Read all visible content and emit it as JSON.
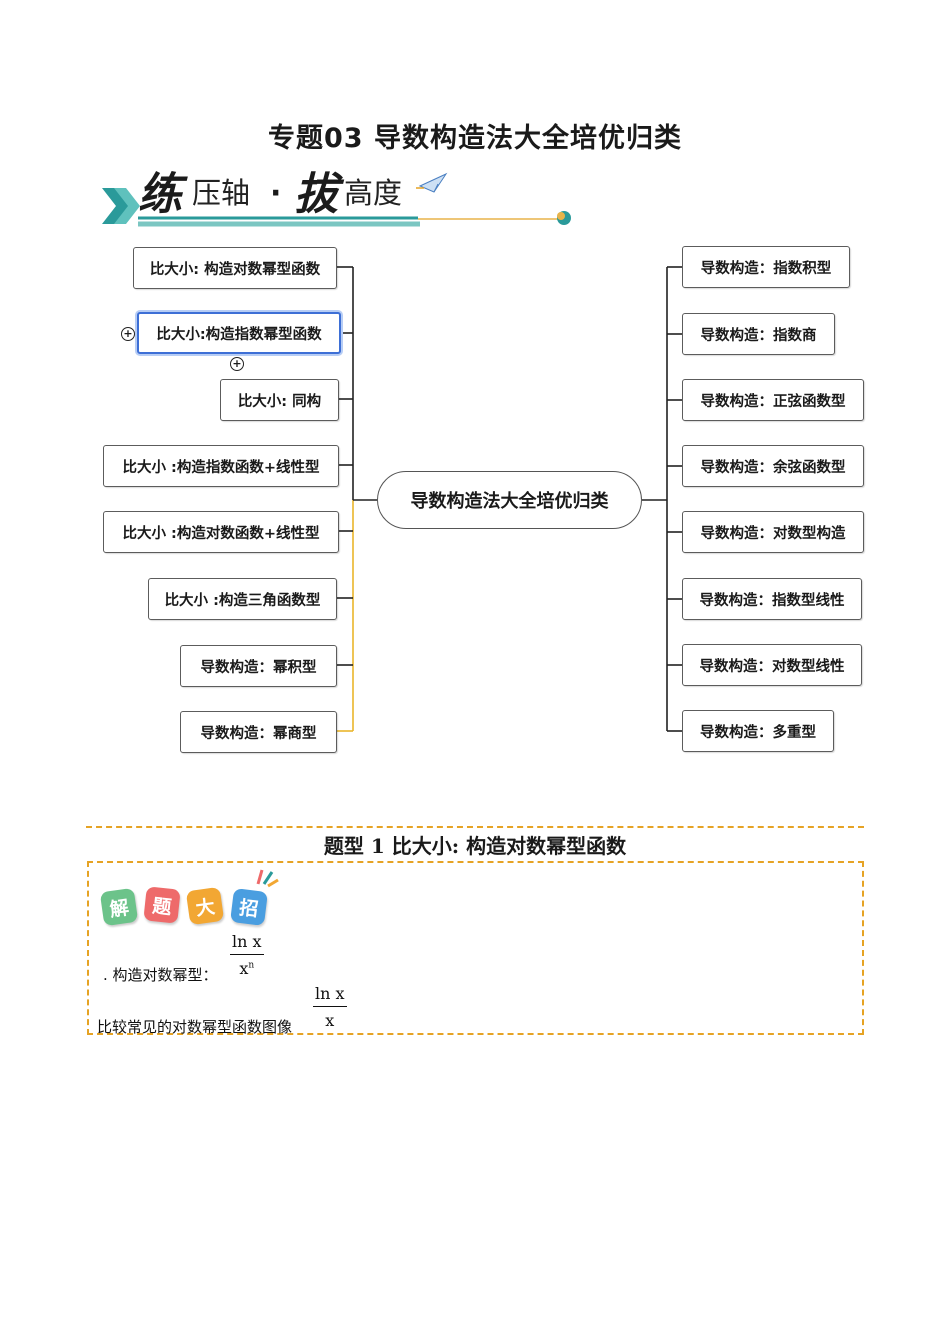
{
  "title": "专题03  导数构造法大全培优归类",
  "banner": {
    "big1": "练",
    "small1": "压轴",
    "dot": "·",
    "big2": "拔",
    "small2": "高度"
  },
  "mindmap": {
    "center": "导数构造法大全培优归类",
    "left": [
      "比大小: 构造对数幂型函数",
      "比大小:构造指数幂型函数",
      "比大小: 同构",
      "比大小 :构造指数函数+线性型",
      "比大小 :构造对数函数+线性型",
      "比大小 :构造三角函数型",
      "导数构造：幂积型",
      "导数构造：幂商型"
    ],
    "right": [
      "导数构造：指数积型",
      "导数构造：指数商",
      "导数构造：正弦函数型",
      "导数构造：余弦函数型",
      "导数构造：对数型构造",
      "导数构造：指数型线性",
      "导数构造：对数型线性",
      "导数构造：多重型"
    ],
    "expand_symbol": "+"
  },
  "section": {
    "heading": "题型 1 比大小: 构造对数幂型函数",
    "tiles": [
      "解",
      "题",
      "大",
      "招"
    ],
    "line1_prefix": ". 构造对数幂型：",
    "frac1_num": "ln x",
    "frac1_den": "x",
    "frac1_exp": "n",
    "line2_prefix": "比较常见的对数幂型函数图像",
    "frac2_num": "ln x",
    "frac2_den": "x"
  },
  "colors": {
    "accent_orange": "#e6a324",
    "node_border": "#5c5c5c",
    "selected_border": "#3d6fd6",
    "banner_teal": "#2a9a9a",
    "connector_yellow": "#e9b52b"
  }
}
